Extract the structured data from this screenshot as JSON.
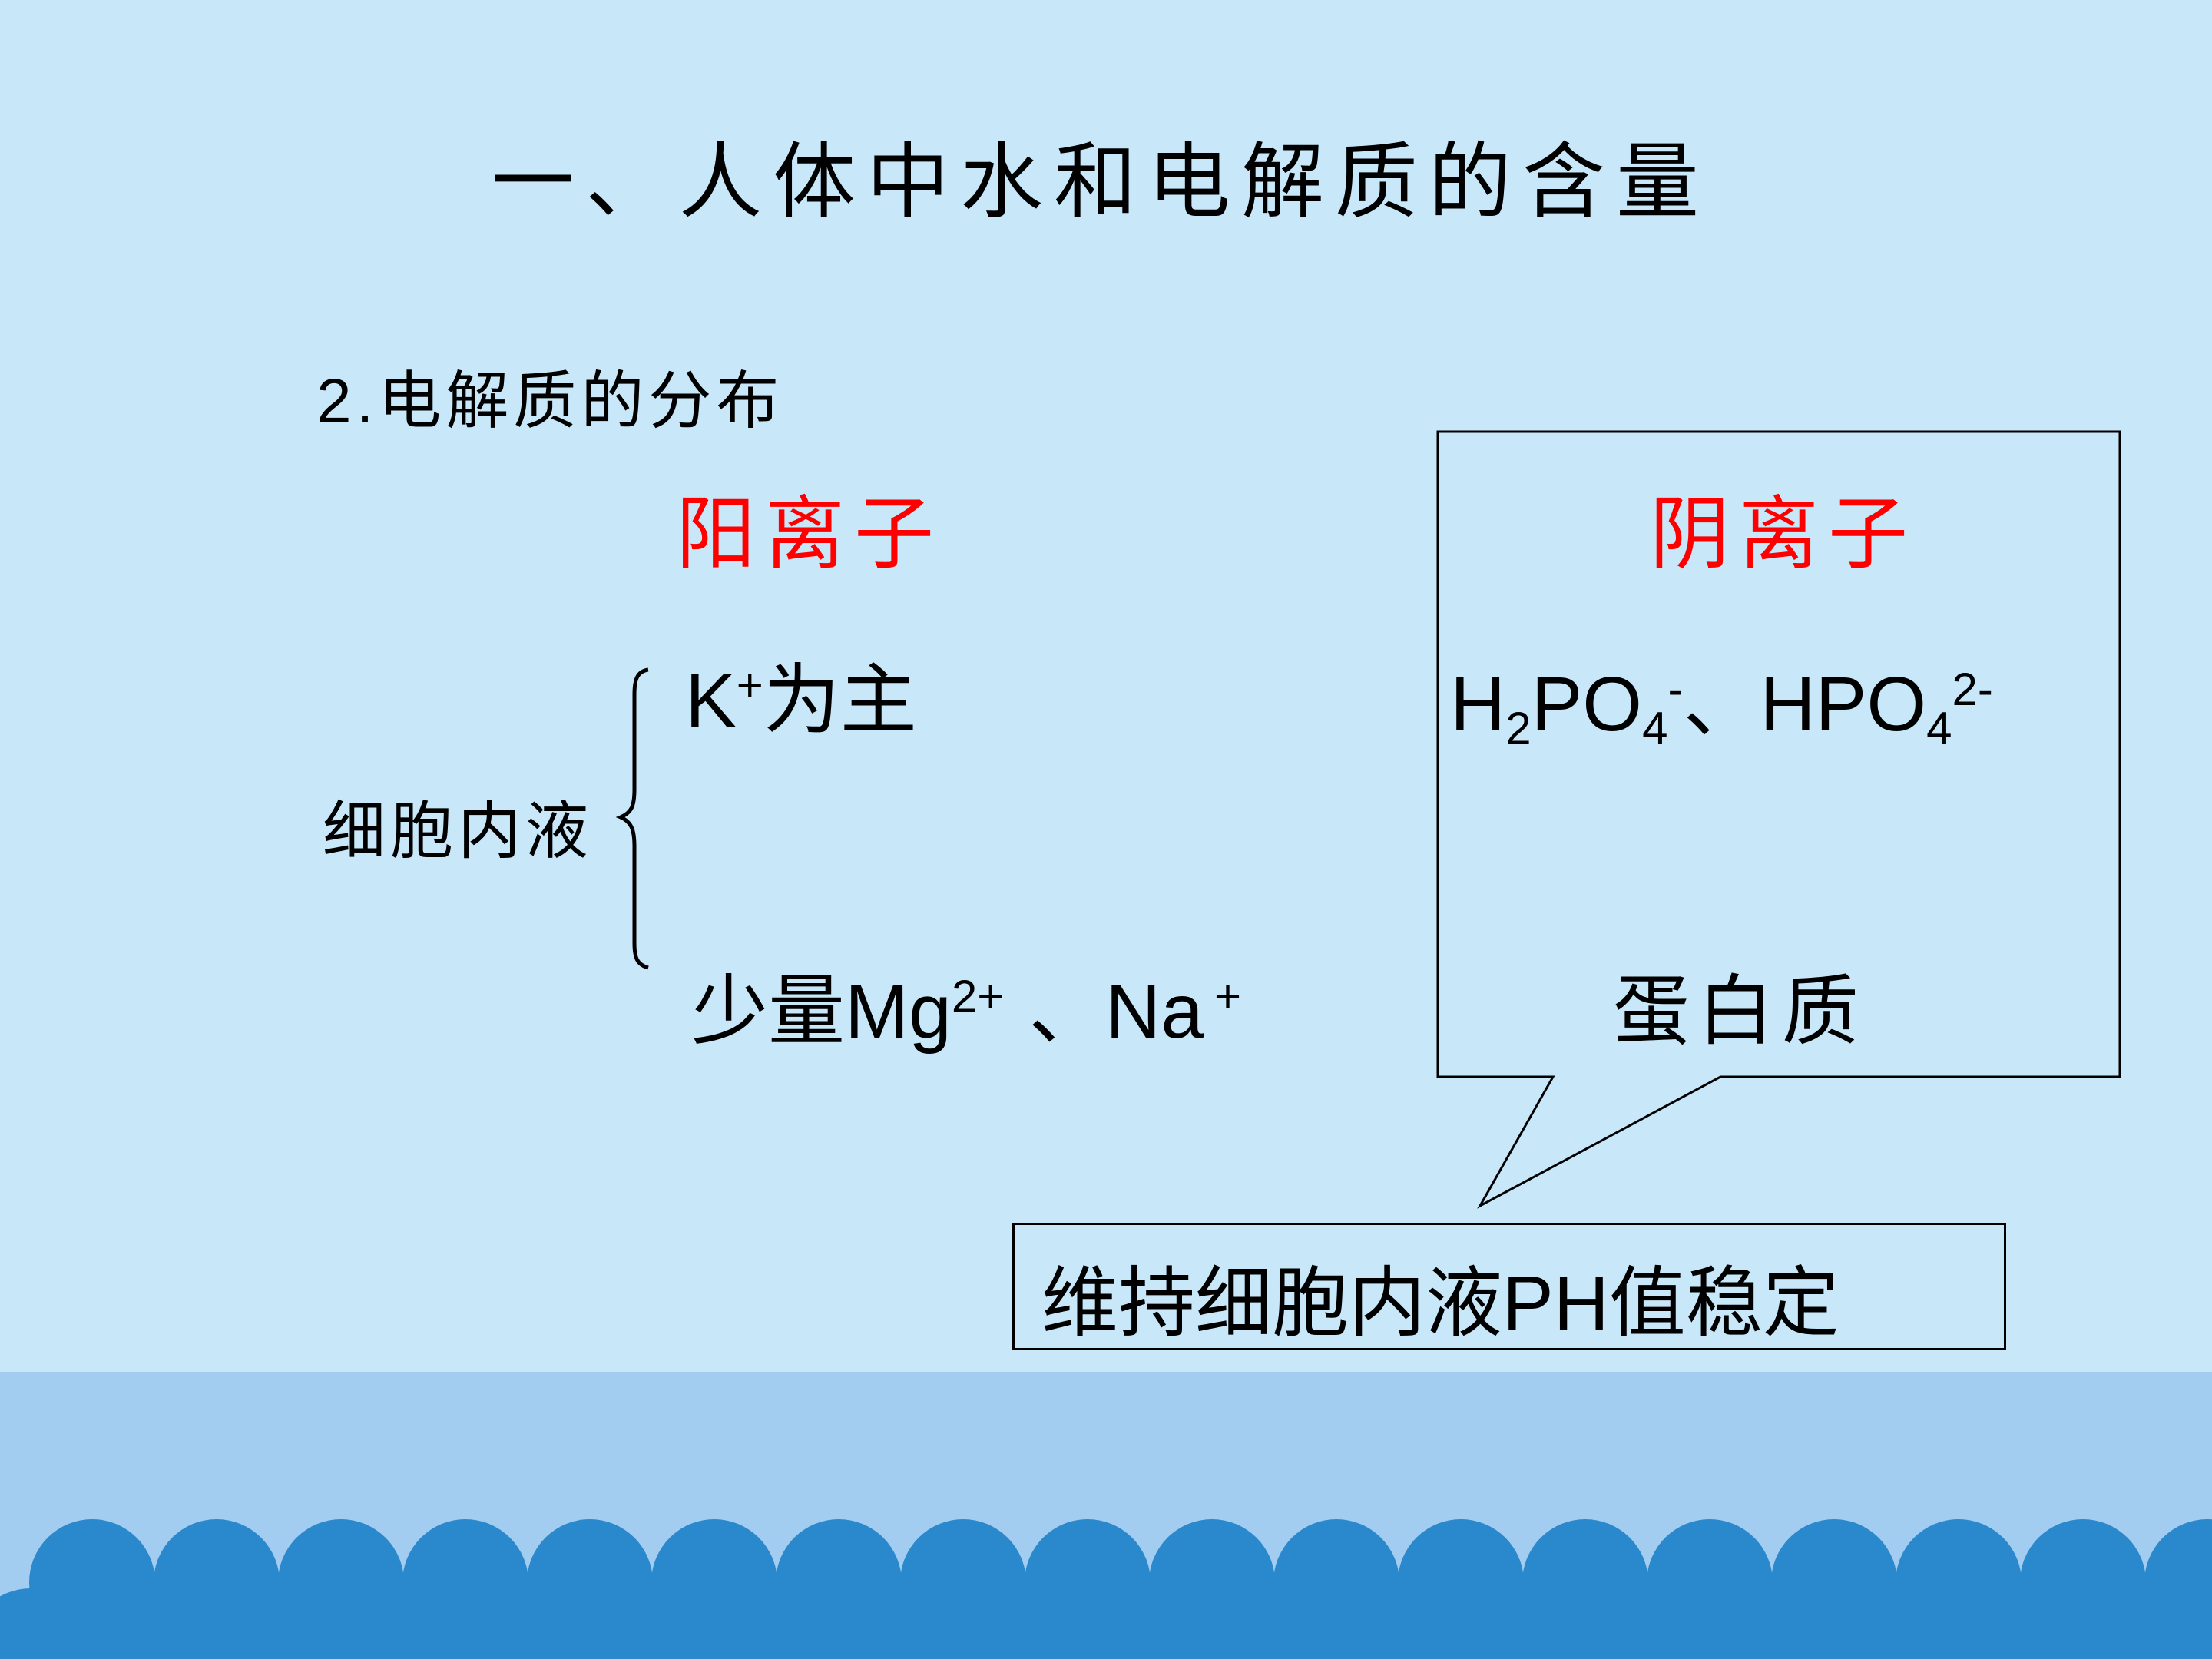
{
  "title": "一、人体中水和电解质的含量",
  "subheading": {
    "number": "2.",
    "text": "电解质的分布"
  },
  "cations": {
    "header": "阳离子",
    "item1": {
      "ion": "K",
      "charge": "+",
      "suffix": "为主"
    },
    "item2": {
      "prefix": "少量",
      "ion1": "Mg",
      "charge1": "2+",
      "sep": " 、",
      "ion2": "Na",
      "charge2": "+"
    }
  },
  "anions": {
    "header": "阴离子",
    "item1": {
      "a_h": "H",
      "a_sub1": "2",
      "a_po": "PO",
      "a_sub2": "4",
      "a_charge": "-",
      "sep": "、",
      "b_hpo": "HPO",
      "b_sub": "4",
      "b_charge": "2-"
    },
    "item2": "蛋白质"
  },
  "fluid_label": "细胞内液",
  "callout": {
    "text_cn": "维持细胞内液",
    "text_ph": "PH",
    "text_end": "值稳定"
  },
  "colors": {
    "background": "#c8e8fa",
    "bottom_band": "#a3cdf0",
    "wave": "#2a88cc",
    "header_red": "#ff0000"
  }
}
